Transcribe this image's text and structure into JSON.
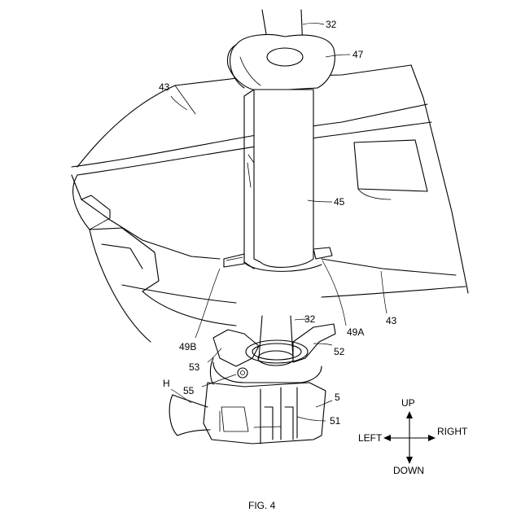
{
  "labels": {
    "l32_top": "32",
    "l47": "47",
    "l43_left": "43",
    "l45": "45",
    "l43_right": "43",
    "l32_mid": "32",
    "l49B": "49B",
    "l49A": "49A",
    "l53": "53",
    "l52": "52",
    "l55": "55",
    "lH": "H",
    "l5": "5",
    "l51": "51"
  },
  "directions": {
    "up": "UP",
    "down": "DOWN",
    "left": "LEFT",
    "right": "RIGHT"
  },
  "caption": "FIG. 4"
}
